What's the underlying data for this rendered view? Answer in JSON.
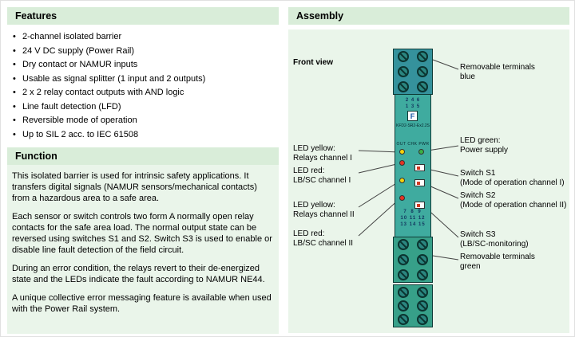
{
  "appearance": {
    "header_bg": "#d9edd9",
    "panel_bg": "#eaf5ea",
    "device_teal": "#3fab9f",
    "led_yellow": "#f7d20a",
    "led_red": "#e63223",
    "led_green": "#3cb044"
  },
  "features": {
    "title": "Features",
    "items": [
      "2-channel isolated barrier",
      "24 V DC supply (Power Rail)",
      "Dry contact or NAMUR inputs",
      "Usable as signal splitter (1 input and 2 outputs)",
      "2 x 2 relay contact outputs with AND logic",
      "Line fault detection (LFD)",
      "Reversible mode of operation",
      "Up to SIL 2 acc. to IEC 61508"
    ]
  },
  "function": {
    "title": "Function",
    "paragraphs": [
      "This isolated barrier is used for intrinsic safety applications. It transfers digital signals (NAMUR sensors/mechanical contacts) from a hazardous area to a safe area.",
      "Each sensor or switch controls two form A normally open relay contacts for the safe area load. The normal output state can be reversed using switches S1 and S2. Switch S3 is used to enable or disable line fault detection of the field circuit.",
      "During an error condition, the relays revert to their de-energized state and the LEDs indicate the fault according to NAMUR NE44.",
      "A unique collective error messaging feature is available when used with the Power Rail system."
    ]
  },
  "assembly": {
    "title": "Assembly",
    "front_view_label": "Front view",
    "device": {
      "model": "KFD2-SR2-Ex2.2S",
      "logo_text": "F",
      "led_caption": "OUT CHK PWR",
      "terminal_numbers_top": [
        "2 4 6",
        "1 3 5"
      ],
      "terminal_numbers_bottom": [
        "7 8 9",
        "10 11 12",
        "13 14 15"
      ]
    },
    "callouts": {
      "terminals_blue": {
        "line1": "Removable terminals",
        "line2": "blue"
      },
      "led_yellow_1": {
        "line1": "LED yellow:",
        "line2": "Relays channel I"
      },
      "led_green": {
        "line1": "LED green:",
        "line2": "Power supply"
      },
      "led_red_1": {
        "line1": "LED red:",
        "line2": "LB/SC channel I"
      },
      "switch_s1": {
        "line1": "Switch S1",
        "line2": "(Mode of operation channel I)"
      },
      "led_yellow_2": {
        "line1": "LED yellow:",
        "line2": "Relays channel II"
      },
      "switch_s2": {
        "line1": "Switch S2",
        "line2": "(Mode of operation channel II)"
      },
      "led_red_2": {
        "line1": "LED red:",
        "line2": "LB/SC channel II"
      },
      "switch_s3": {
        "line1": "Switch S3",
        "line2": "(LB/SC-monitoring)"
      },
      "terminals_green": {
        "line1": "Removable terminals",
        "line2": "green"
      }
    }
  }
}
